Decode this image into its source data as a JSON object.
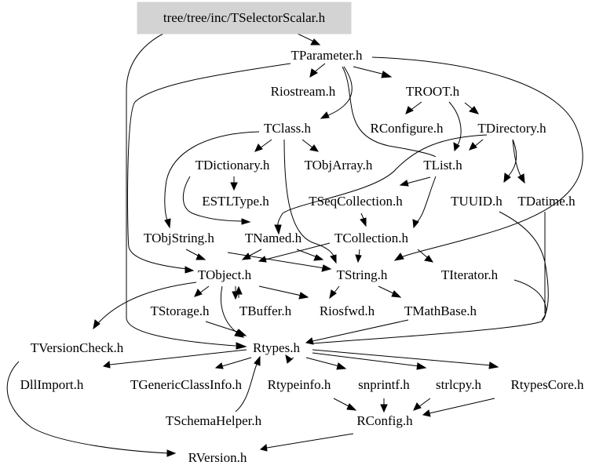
{
  "graph": {
    "root": "tree/tree/inc/TSelectorScalar.h",
    "nodes": {
      "tparameter": "TParameter.h",
      "riostream": "Riostream.h",
      "troot": "TROOT.h",
      "tclass": "TClass.h",
      "rconfigure": "RConfigure.h",
      "tdirectory": "TDirectory.h",
      "tdictionary": "TDictionary.h",
      "tobjarray": "TObjArray.h",
      "tlist": "TList.h",
      "estltype": "ESTLType.h",
      "tseqcollection": "TSeqCollection.h",
      "tuuid": "TUUID.h",
      "tdatime": "TDatime.h",
      "tobjstring": "TObjString.h",
      "tnamed": "TNamed.h",
      "tcollection": "TCollection.h",
      "tobject": "TObject.h",
      "tstring": "TString.h",
      "titerator": "TIterator.h",
      "tstorage": "TStorage.h",
      "tbuffer": "TBuffer.h",
      "riosfwd": "Riosfwd.h",
      "tmathbase": "TMathBase.h",
      "tversioncheck": "TVersionCheck.h",
      "rtypes": "Rtypes.h",
      "dllimport": "DllImport.h",
      "tgenericclassinfo": "TGenericClassInfo.h",
      "rtypeinfo": "Rtypeinfo.h",
      "snprintf": "snprintf.h",
      "strlcpy": "strlcpy.h",
      "rtypescore": "RtypesCore.h",
      "tschemahelper": "TSchemaHelper.h",
      "rconfig": "RConfig.h",
      "rversion": "RVersion.h"
    }
  },
  "colors": {
    "root_fill": "#d3d3d3",
    "edge": "#000000",
    "text": "#000000",
    "background": "#ffffff"
  }
}
